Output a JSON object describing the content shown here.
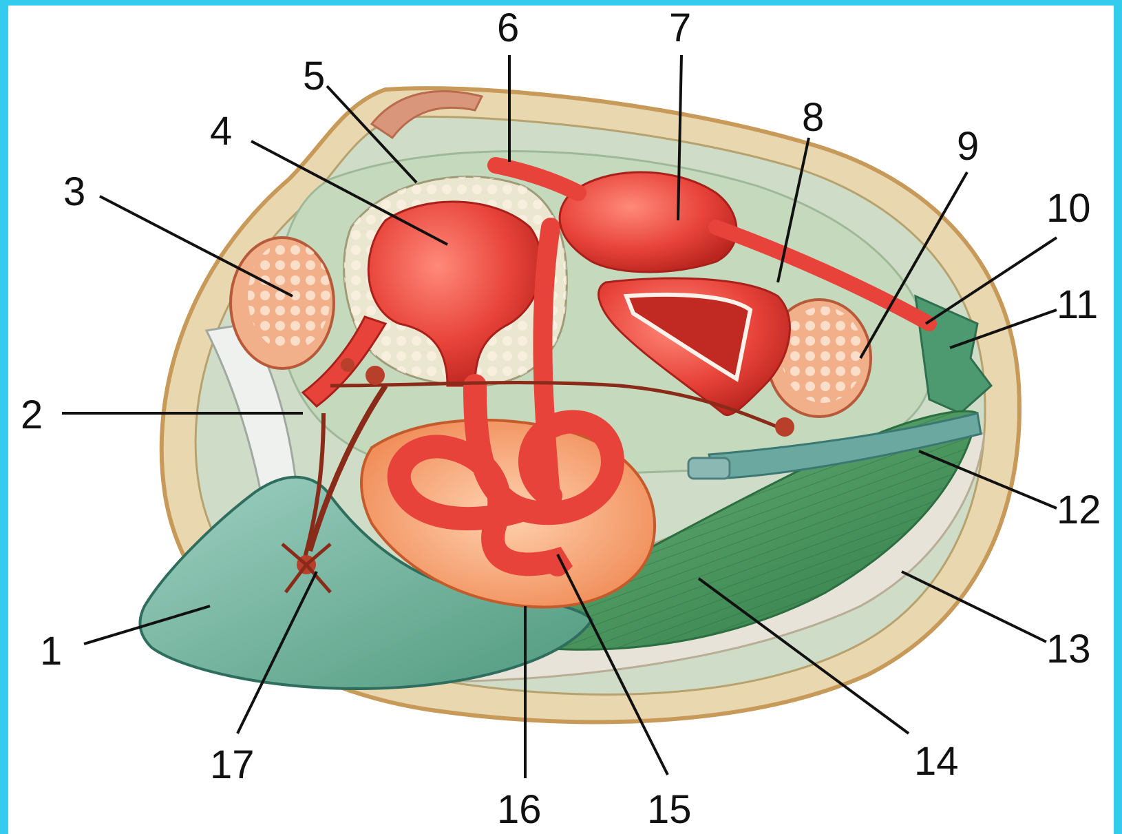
{
  "diagram": {
    "subject": "freshwater mussel internal anatomy",
    "palette": {
      "frame": "#33ccee",
      "shell_outer": "#e9d7b0",
      "shell_inner": "#c9d8c4",
      "mantle": "#a9c9b0",
      "foot": "#6fae9a",
      "gill": "#3f8f5a",
      "organ": "#e8433a",
      "gonad": "#f3a56b",
      "leader": "#111111"
    },
    "labels": [
      "1",
      "2",
      "3",
      "4",
      "5",
      "6",
      "7",
      "8",
      "9",
      "10",
      "11",
      "12",
      "13",
      "14",
      "15",
      "16",
      "17"
    ]
  }
}
